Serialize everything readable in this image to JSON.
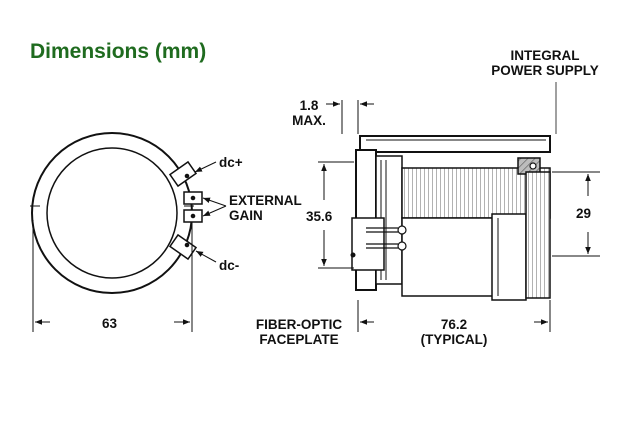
{
  "title": "Dimensions (mm)",
  "labels": {
    "integral_power_supply": [
      "INTEGRAL",
      "POWER SUPPLY"
    ],
    "dc_plus": "dc+",
    "external_gain": [
      "EXTERNAL",
      "GAIN"
    ],
    "dc_minus": "dc-",
    "max_dim": "1.8",
    "max_label": "MAX.",
    "height_dim": "35.6",
    "supply_dim": "29",
    "diameter_dim": "63",
    "fiber_optic": [
      "FIBER-OPTIC",
      "FACEPLATE"
    ],
    "length_dim": "76.2",
    "length_note": "(TYPICAL)"
  },
  "colors": {
    "title": "#1f6b1f",
    "line": "#111111",
    "shade": "#9a9a9a"
  }
}
